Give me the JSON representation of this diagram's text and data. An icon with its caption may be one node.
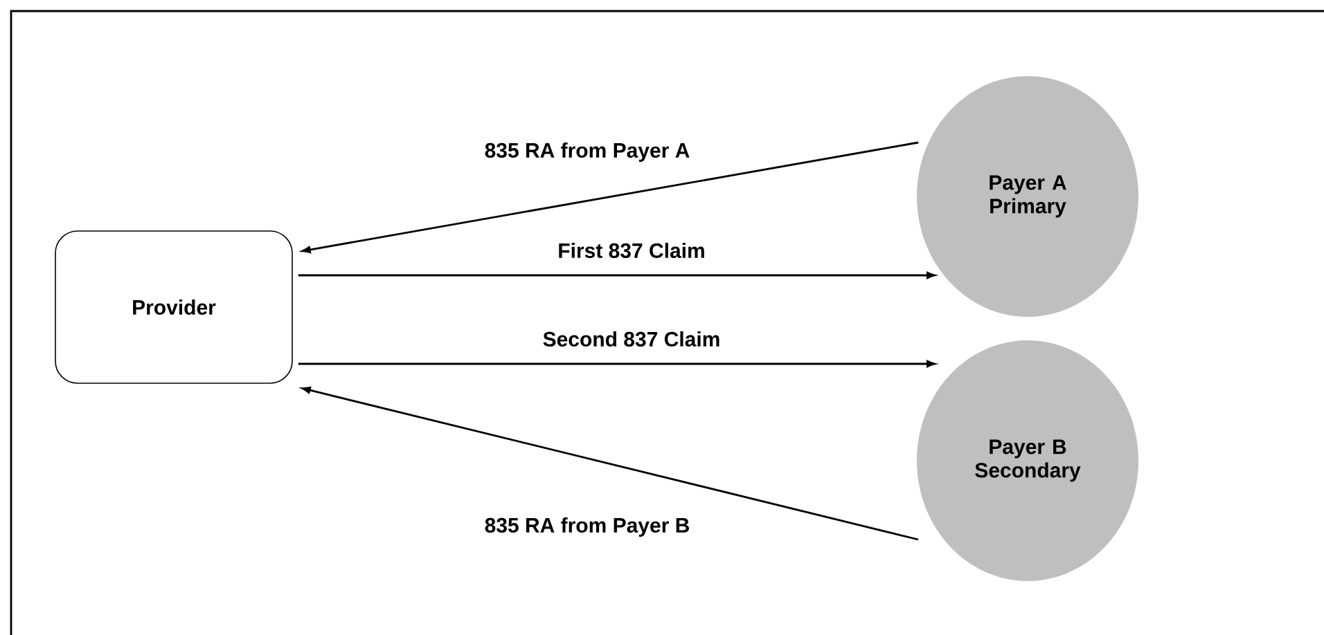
{
  "diagram": {
    "nodes": [
      {
        "text": [
          "Provider"
        ]
      },
      {
        "text": [
          "Payer A Primary"
        ]
      },
      {
        "text": [
          "Payer B Secondary"
        ]
      }
    ],
    "edges": [
      {
        "from": 1,
        "to": 0,
        "arrow": "to",
        "label": "835 RA from Payer A"
      },
      {
        "from": 0,
        "to": 1,
        "arrow": "to",
        "label": "First 837 Claim"
      },
      {
        "from": 0,
        "to": 2,
        "arrow": "to",
        "label": "Second 837 Claim"
      },
      {
        "from": 2,
        "to": 0,
        "arrow": "to",
        "label": "835 RA from Payer B"
      }
    ]
  }
}
